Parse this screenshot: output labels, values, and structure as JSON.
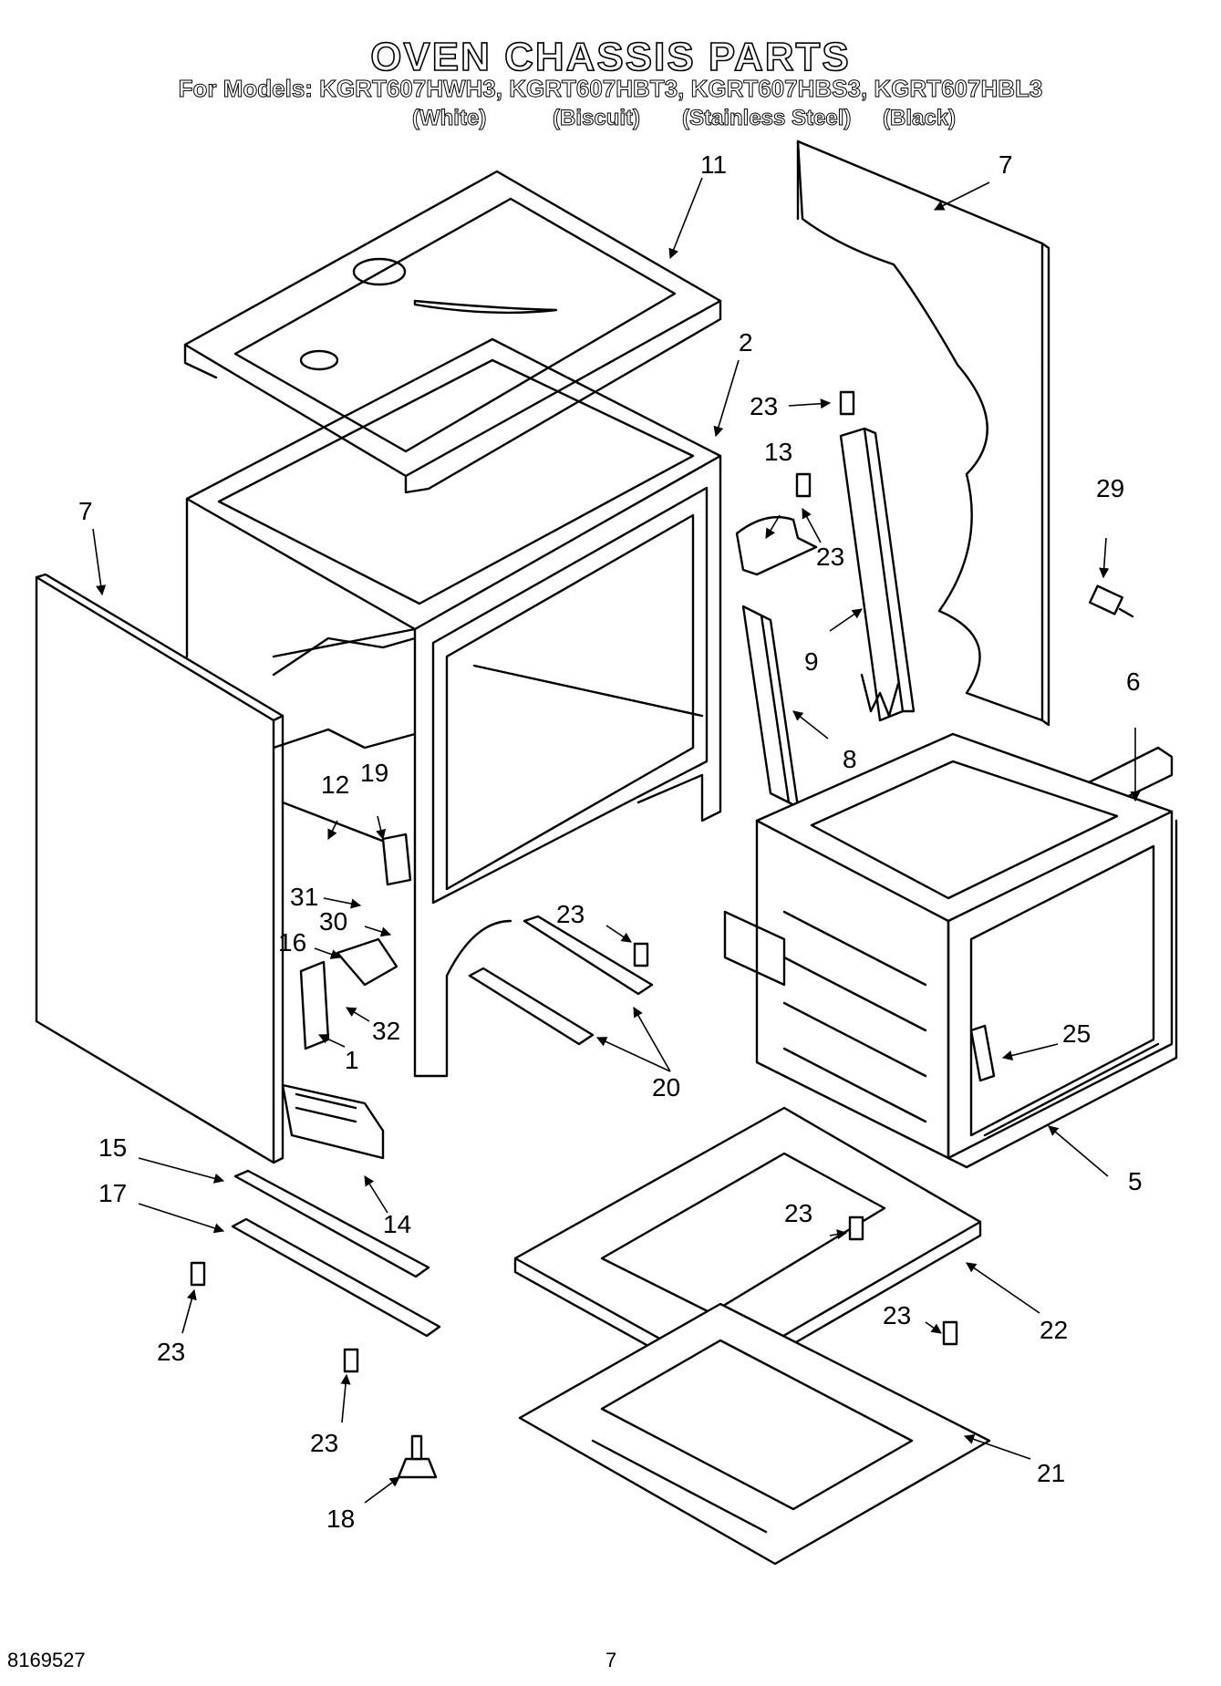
{
  "header": {
    "title": "OVEN CHASSIS PARTS",
    "models": "For Models: KGRT607HWH3, KGRT607HBT3, KGRT607HBS3, KGRT607HBL3",
    "colors": [
      "(White)",
      "(Biscuit)",
      "(Stainless Steel)",
      "(Black)"
    ]
  },
  "footer": {
    "doc_number": "8169527",
    "page_number": "7"
  },
  "callouts": [
    "11",
    "7",
    "2",
    "23",
    "13",
    "23",
    "29",
    "7",
    "9",
    "8",
    "6",
    "12",
    "19",
    "31",
    "30",
    "16",
    "32",
    "1",
    "23",
    "20",
    "25",
    "5",
    "15",
    "14",
    "17",
    "23",
    "22",
    "23",
    "23",
    "23",
    "18",
    "21"
  ]
}
